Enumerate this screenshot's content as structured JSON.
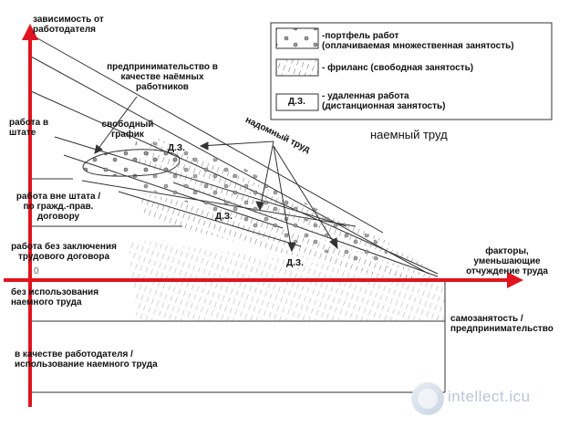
{
  "axes": {
    "y_title_line1": "зависимость от",
    "y_title_line2": "работодателя",
    "x_title_line1": "факторы,",
    "x_title_line2": "уменьшающие",
    "x_title_line3": "отчуждение труда",
    "origin": "0"
  },
  "left_labels": {
    "in_staff_line1": "работа в",
    "in_staff_line2": "штате",
    "out_of_staff_line1": "работа вне штата /",
    "out_of_staff_line2": "по гражд.-прав.",
    "out_of_staff_line3": "договору",
    "no_contract_line1": "работа без заключения",
    "no_contract_line2": "трудового договора",
    "no_hired_line1": "без использования",
    "no_hired_line2": "наемного труда",
    "employer_line1": "в качестве работодателя /",
    "employer_line2": "использование наемного труда"
  },
  "annotations": {
    "entrepreneurship_line1": "предпринимательство в",
    "entrepreneurship_line2": "качестве наёмных",
    "entrepreneurship_line3": "работников",
    "free_schedule_line1": "свободный",
    "free_schedule_line2": "график",
    "homework": "надомный труд",
    "hired_labor": "наемный труд",
    "self_employment_line1": "самозанятость /",
    "self_employment_line2": "предпринимательство",
    "dz1": "Д.З.",
    "dz2": "Д.З.",
    "dz3": "Д.З."
  },
  "legend": {
    "portfolio_line1": "-портфель работ",
    "portfolio_line2": "(оплачиваемая множественная занятость)",
    "freelance": "- фриланс (свободная занятость)",
    "remote_icon": "Д.З.",
    "remote_line1": "- удаленная работа",
    "remote_line2": "(дистанционная занятость)"
  },
  "watermark": "intellect.icu",
  "colors": {
    "axis": "#e0141e",
    "line": "#333333",
    "dot_fill": "#9a9a9a"
  }
}
